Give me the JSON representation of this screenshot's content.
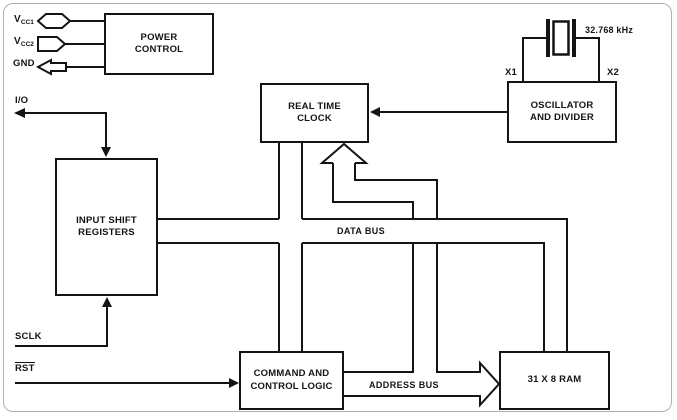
{
  "figure": {
    "colors": {
      "line": "#141414",
      "background": "#ffffff",
      "frame": "#b0b0b0"
    },
    "blocks": {
      "power_control": {
        "line1": "POWER",
        "line2": "CONTROL"
      },
      "oscillator_divider": {
        "line1": "OSCILLATOR",
        "line2": "AND DIVIDER"
      },
      "real_time_clock": {
        "line1": "REAL TIME",
        "line2": "CLOCK"
      },
      "input_shift_registers": {
        "line1": "INPUT SHIFT",
        "line2": "REGISTERS"
      },
      "command_control_logic": {
        "line1": "COMMAND AND",
        "line2": "CONTROL LOGIC"
      },
      "ram": {
        "label": "31 X 8 RAM"
      }
    },
    "pins": {
      "vcc1": {
        "base": "V",
        "sub": "CC1"
      },
      "vcc2": {
        "base": "V",
        "sub": "CC2"
      },
      "gnd": {
        "label": "GND"
      },
      "io": {
        "label": "I/O"
      },
      "sclk": {
        "label": "SCLK"
      },
      "rst": {
        "label": "RST"
      }
    },
    "crystal": {
      "frequency": "32.768 kHz",
      "x1": "X1",
      "x2": "X2"
    },
    "buses": {
      "data": "DATA BUS",
      "address": "ADDRESS BUS"
    }
  }
}
